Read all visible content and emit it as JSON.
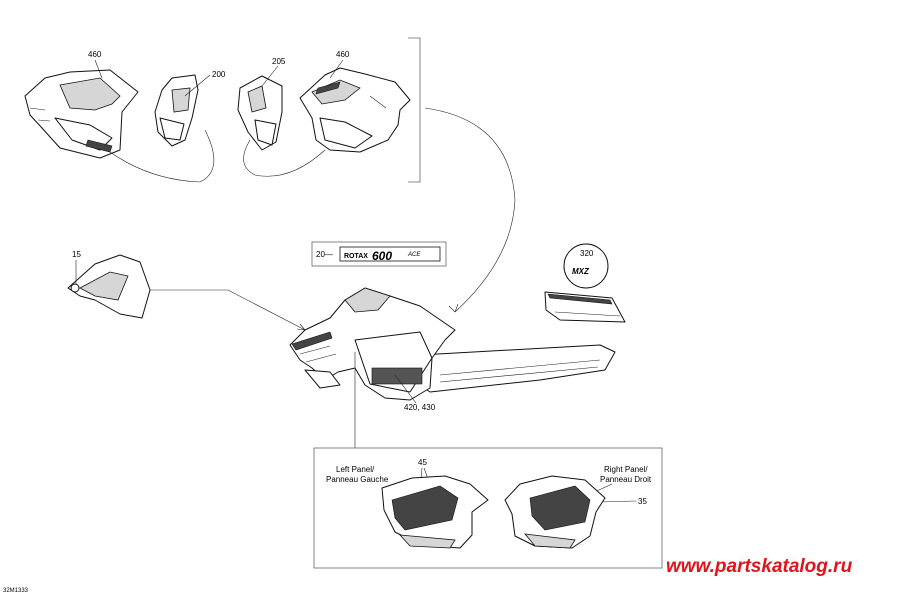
{
  "callouts": {
    "c460_left": "460",
    "c200": "200",
    "c205": "205",
    "c460_right": "460",
    "c15": "15",
    "c20": "20—",
    "c320": "320",
    "c420_430": "420, 430",
    "c45": "45",
    "c35": "35"
  },
  "decals": {
    "rotax_text": "ROTAX",
    "rotax_num": "600",
    "rotax_suffix": "ACE",
    "mxz_text": "MXZ"
  },
  "panels": {
    "left_label_1": "Left Panel/",
    "left_label_2": "Panneau Gauche",
    "right_label_1": "Right Panel/",
    "right_label_2": "Panneau Droit"
  },
  "footer": {
    "drawing_code": "32M1333",
    "watermark": "www.partskatalog.ru"
  }
}
